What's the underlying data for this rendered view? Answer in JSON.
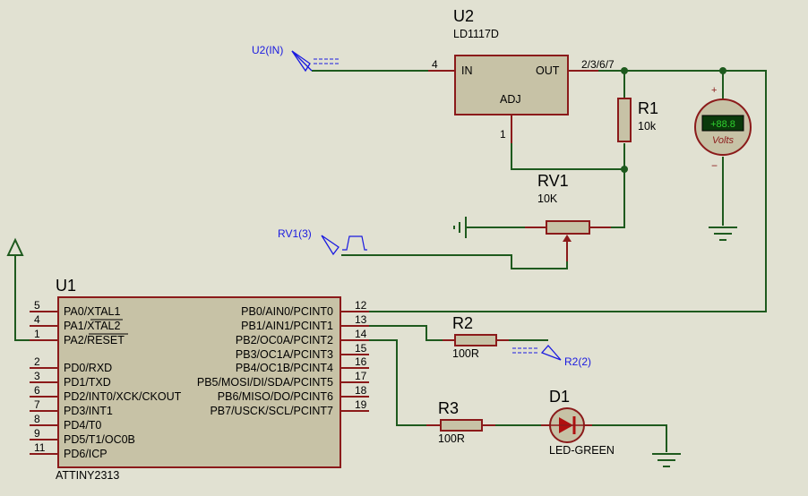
{
  "u2": {
    "ref": "U2",
    "part": "LD1117D",
    "pin_in_label": "IN",
    "pin_out_label": "OUT",
    "pin_adj_label": "ADJ",
    "pin_in_num": "4",
    "pin_out_num": "2/3/6/7",
    "pin_adj_num": "1"
  },
  "r1": {
    "ref": "R1",
    "value": "10k"
  },
  "rv1": {
    "ref": "RV1",
    "value": "10K"
  },
  "r2": {
    "ref": "R2",
    "value": "100R"
  },
  "r3": {
    "ref": "R3",
    "value": "100R"
  },
  "d1": {
    "ref": "D1",
    "value": "LED-GREEN"
  },
  "voltmeter": {
    "display": "+88.8",
    "unit": "Volts",
    "plus": "+",
    "minus": "−"
  },
  "probes": {
    "u2_in": "U2(IN)",
    "rv1_3": "RV1(3)",
    "r2_2": "R2(2)"
  },
  "u1": {
    "ref": "U1",
    "part": "ATTINY2313",
    "left_pins": [
      {
        "num": "5",
        "name": "PA0/XTAL1"
      },
      {
        "num": "4",
        "name": "PA1/XTAL2"
      },
      {
        "num": "1",
        "name": "PA2/RESET"
      },
      {
        "num": "2",
        "name": "PD0/RXD"
      },
      {
        "num": "3",
        "name": "PD1/TXD"
      },
      {
        "num": "6",
        "name": "PD2/INT0/XCK/CKOUT"
      },
      {
        "num": "7",
        "name": "PD3/INT1"
      },
      {
        "num": "8",
        "name": "PD4/T0"
      },
      {
        "num": "9",
        "name": "PD5/T1/OC0B"
      },
      {
        "num": "11",
        "name": "PD6/ICP"
      }
    ],
    "right_pins": [
      {
        "num": "12",
        "name": "PB0/AIN0/PCINT0"
      },
      {
        "num": "13",
        "name": "PB1/AIN1/PCINT1"
      },
      {
        "num": "14",
        "name": "PB2/OC0A/PCINT2"
      },
      {
        "num": "15",
        "name": "PB3/OC1A/PCINT3"
      },
      {
        "num": "16",
        "name": "PB4/OC1B/PCINT4"
      },
      {
        "num": "17",
        "name": "PB5/MOSI/DI/SDA/PCINT5"
      },
      {
        "num": "18",
        "name": "PB6/MISO/DO/PCINT6"
      },
      {
        "num": "19",
        "name": "PB7/USCK/SCL/PCINT7"
      }
    ]
  },
  "colors": {
    "background": "#e1e1d2",
    "wire": "#1e5a1e",
    "component_outline": "#8b1a1a",
    "component_fill": "#c7c2a6",
    "probe_label": "#1a1ae0",
    "meter_display": "#2fd12f"
  }
}
